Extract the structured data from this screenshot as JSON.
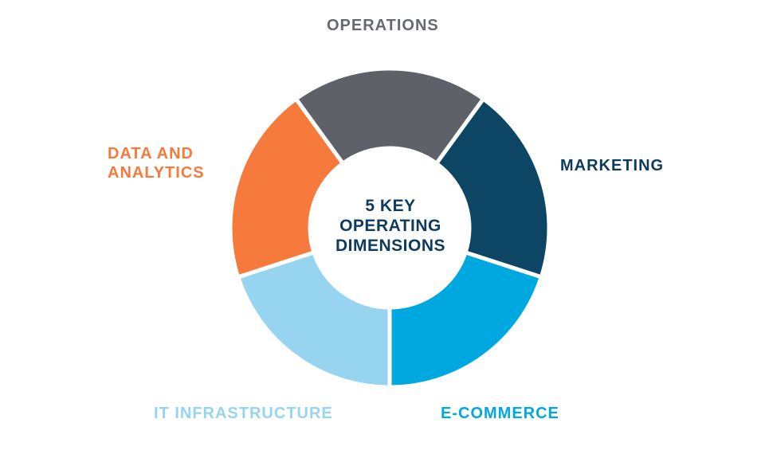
{
  "diagram": {
    "center": {
      "lines": [
        "5 KEY",
        "OPERATING",
        "DIMENSIONS"
      ],
      "color": "#0d3b5e"
    },
    "segments": [
      {
        "label": "OPERATIONS",
        "color": "#5e6168"
      },
      {
        "label": "MARKETING",
        "color": "#0d4565"
      },
      {
        "label": "E-COMMERCE",
        "color": "#00a8e0"
      },
      {
        "label": "IT INFRASTRUCTURE",
        "color": "#97d4f0"
      },
      {
        "label_lines": [
          "DATA AND",
          "ANALYTICS"
        ],
        "color": "#f57a3c"
      }
    ],
    "label_colors": {
      "operations": "#666a70",
      "marketing": "#0d3b5e",
      "ecommerce": "#00a8e0",
      "it_infrastructure": "#97d4f0",
      "data_analytics": "#f57a3c"
    }
  }
}
